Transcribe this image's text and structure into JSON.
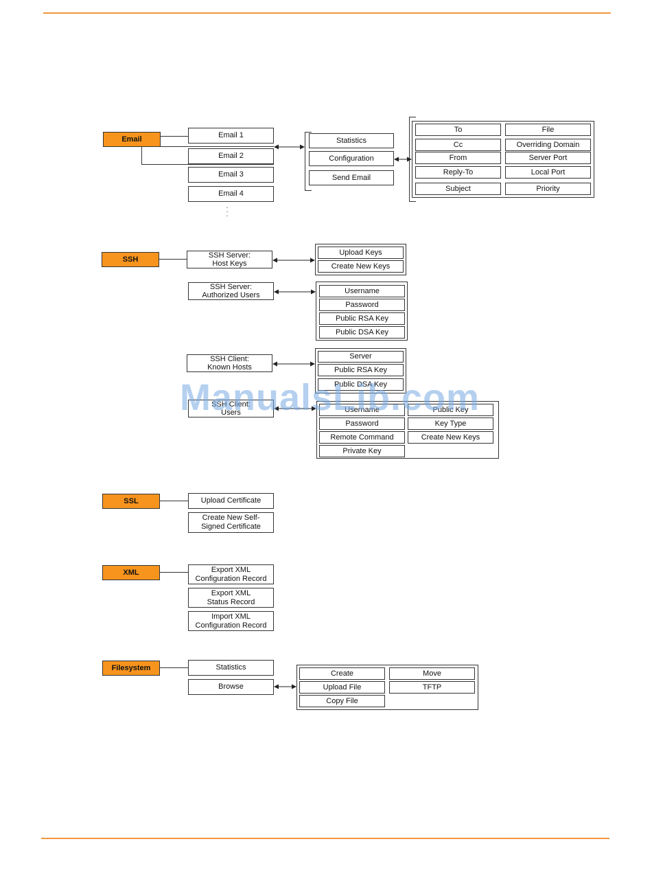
{
  "accent_color": "#f7941d",
  "watermark": "ManualsLib.com",
  "email": {
    "label": "Email",
    "items": [
      "Email 1",
      "Email 2",
      "Email 3",
      "Email 4"
    ],
    "ellipsis": ".\n.\n.",
    "submenu": [
      "Statistics",
      "Configuration",
      "Send Email"
    ],
    "config_fields_left": [
      "To",
      "Cc",
      "From",
      "Reply-To",
      "Subject"
    ],
    "config_fields_right": [
      "File",
      "Overriding Domain",
      "Server Port",
      "Local Port",
      "Priority"
    ]
  },
  "ssh": {
    "label": "SSH",
    "host_keys": {
      "label": "SSH Server:\nHost Keys",
      "fields": [
        "Upload Keys",
        "Create New Keys"
      ]
    },
    "authorized_users": {
      "label": "SSH Server:\nAuthorized Users",
      "fields": [
        "Username",
        "Password",
        "Public RSA Key",
        "Public DSA Key"
      ]
    },
    "known_hosts": {
      "label": "SSH Client:\nKnown Hosts",
      "fields": [
        "Server",
        "Public RSA Key",
        "Public DSA Key"
      ]
    },
    "client_users": {
      "label": "SSH Client:\nUsers",
      "fields_left": [
        "Username",
        "Password",
        "Remote Command",
        "Private Key"
      ],
      "fields_right": [
        "Public Key",
        "Key Type",
        "Create New Keys"
      ]
    }
  },
  "ssl": {
    "label": "SSL",
    "items": [
      "Upload Certificate",
      "Create New Self-\nSigned Certificate"
    ]
  },
  "xml": {
    "label": "XML",
    "items": [
      "Export XML\nConfiguration Record",
      "Export XML\nStatus Record",
      "Import XML\nConfiguration Record"
    ]
  },
  "filesystem": {
    "label": "Filesystem",
    "items": [
      "Statistics",
      "Browse"
    ],
    "browse_left": [
      "Create",
      "Upload File",
      "Copy File"
    ],
    "browse_right": [
      "Move",
      "TFTP"
    ]
  }
}
